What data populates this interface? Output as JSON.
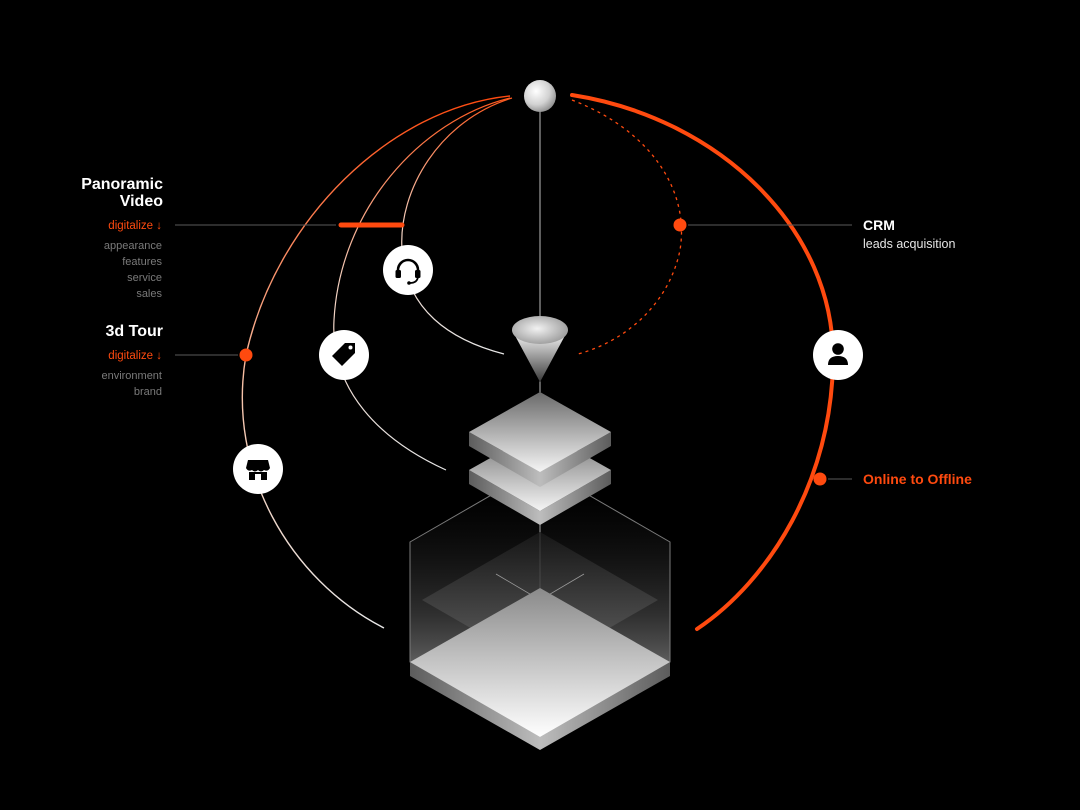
{
  "panoramic": {
    "title_line1": "Panoramic",
    "title_line2": "Video",
    "digitalize": "digitalize ↓",
    "items": [
      "appearance",
      "features",
      "service",
      "sales"
    ]
  },
  "tour": {
    "title": "3d Tour",
    "digitalize": "digitalize ↓",
    "items": [
      "environment",
      "brand"
    ]
  },
  "crm": {
    "title": "CRM",
    "subtitle": "leads acquisition"
  },
  "o2o": {
    "label": "Online to Offline"
  },
  "icons": [
    "headset-icon",
    "price-tag-icon",
    "storefront-icon",
    "user-icon"
  ],
  "colors": {
    "background": "#000000",
    "accent": "#ff4a0f",
    "line": "#d9d9d9",
    "icon_fill": "#ffffff"
  }
}
